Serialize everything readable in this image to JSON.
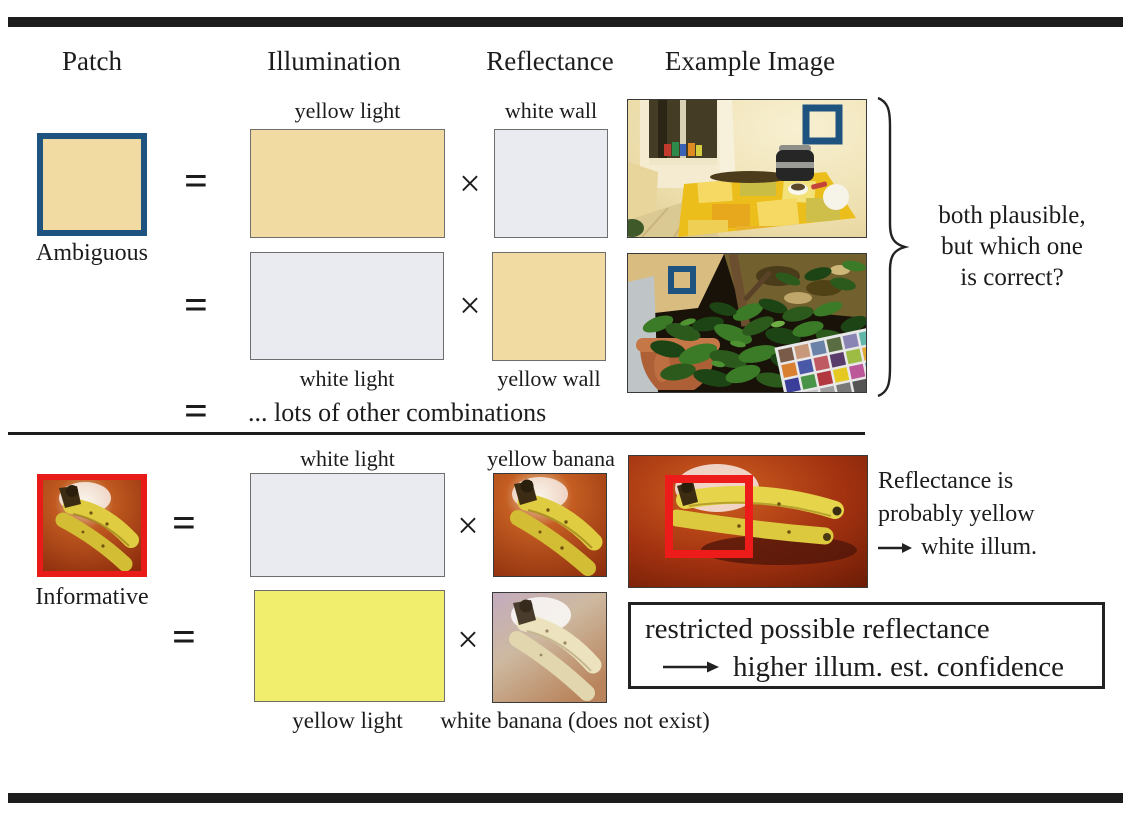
{
  "figure": {
    "headers": {
      "patch": "Patch",
      "illumination": "Illumination",
      "reflectance": "Reflectance",
      "example_image": "Example Image"
    },
    "operators": {
      "equals": "=",
      "times": "×"
    },
    "colors": {
      "yellow_light": "#f2dba3",
      "white_light": "#e9ebf0",
      "bright_yellow_light": "#f1ee6e",
      "ambiguous_border": "#1e537f",
      "informative_border": "#e91b18",
      "rule": "#1c1c1c"
    },
    "ambiguous": {
      "patch_label": "Ambiguous",
      "row1": {
        "illumination_label": "yellow light",
        "reflectance_label": "white wall"
      },
      "row2": {
        "illumination_label": "white light",
        "reflectance_label": "yellow wall"
      },
      "row3_text": "... lots of other combinations",
      "brace_note": {
        "line1": "both plausible,",
        "line2": "but which one",
        "line3": "is correct?"
      }
    },
    "informative": {
      "patch_label": "Informative",
      "row1": {
        "illumination_label": "white light",
        "reflectance_label": "yellow banana"
      },
      "row2": {
        "illumination_label": "yellow light",
        "reflectance_label": "white banana (does not exist)"
      },
      "note": {
        "line1": "Reflectance is",
        "line2": "probably yellow",
        "line3": "white illum."
      },
      "conclusion_box": {
        "line1": "restricted possible reflectance",
        "line2": "higher illum. est. confidence"
      }
    },
    "photos": {
      "row1_example": "kitchen-scene",
      "row2_example": "plant-scene",
      "patch": "banana-close-up",
      "yellow_banana": "yellow-banana",
      "white_banana": "white-banana",
      "informative_example": "bananas-on-table"
    }
  }
}
